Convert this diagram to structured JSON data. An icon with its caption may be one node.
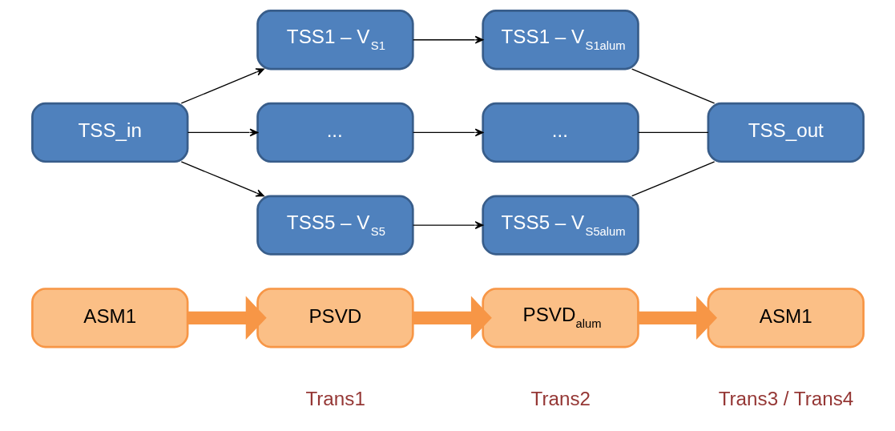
{
  "diagram": {
    "nodes": [
      {
        "text": [
          "ASM1"
        ]
      },
      {
        "text": [
          "PSVD"
        ]
      },
      {
        "text": [
          "PSVD$_{alum}$"
        ]
      },
      {
        "text": [
          "ASM1"
        ]
      },
      {
        "text": [
          "TSS_in"
        ]
      },
      {
        "text": [
          "TSS1 – V$_{S1}$"
        ]
      },
      {
        "text": [
          "..."
        ]
      },
      {
        "text": [
          "TSS5 – V$_{S5}$"
        ]
      },
      {
        "text": [
          "TSS1 – V$_{S1alum}$"
        ]
      },
      {
        "text": [
          "..."
        ]
      },
      {
        "text": [
          "TSS5 – V$_{S5alum}$"
        ]
      },
      {
        "text": [
          "TSS_out"
        ]
      }
    ],
    "edges": [
      {
        "from": 0,
        "to": 1,
        "arrow": "to",
        "style": "thick",
        "color": "#f79646"
      },
      {
        "from": 1,
        "to": 2,
        "arrow": "to",
        "style": "thick",
        "color": "#f79646"
      },
      {
        "from": 2,
        "to": 3,
        "arrow": "to",
        "style": "thick",
        "color": "#f79646"
      },
      {
        "from": 4,
        "to": 5,
        "arrow": "to"
      },
      {
        "from": 4,
        "to": 6,
        "arrow": "to"
      },
      {
        "from": 4,
        "to": 7,
        "arrow": "to"
      },
      {
        "from": 5,
        "to": 8,
        "arrow": "to"
      },
      {
        "from": 6,
        "to": 9,
        "arrow": "to"
      },
      {
        "from": 7,
        "to": 10,
        "arrow": "to"
      },
      {
        "from": 8,
        "to": 11,
        "arrow": "none"
      },
      {
        "from": 9,
        "to": 11,
        "arrow": "none"
      },
      {
        "from": 10,
        "to": 11,
        "arrow": "none"
      }
    ],
    "labels": [
      "Trans1",
      "Trans2",
      "Trans3 / Trans4"
    ]
  }
}
